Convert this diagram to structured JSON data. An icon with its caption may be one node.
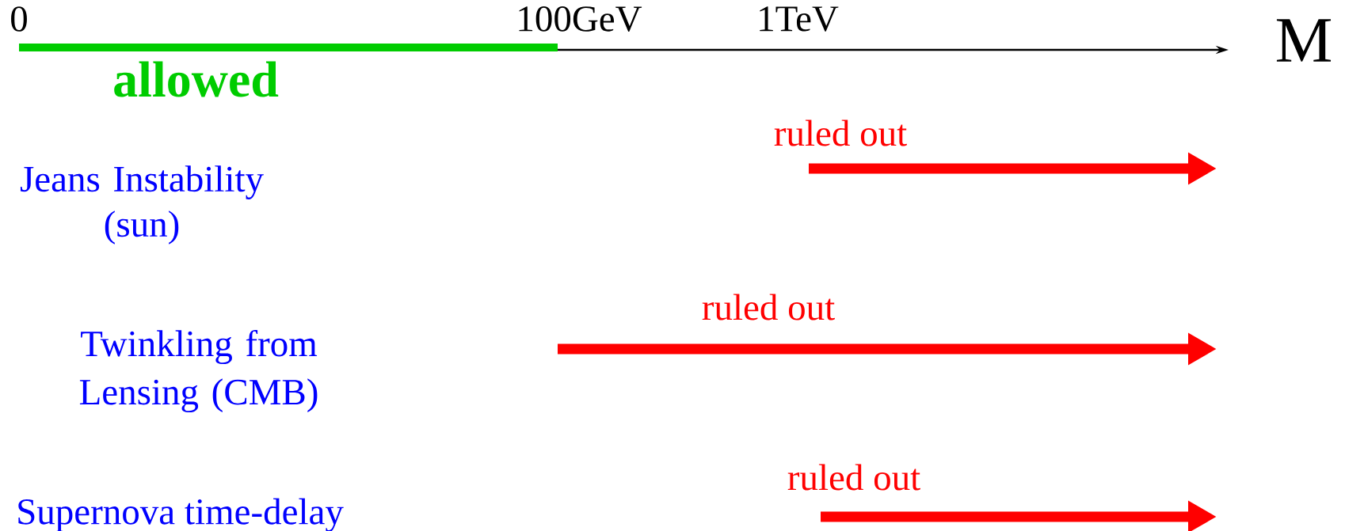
{
  "diagram": {
    "labels": [
      "0",
      "100GeV",
      "1TeV",
      "M",
      "allowed",
      "ruled out",
      "Jeans Instability (sun)",
      "ruled out",
      "Twinkling from Lensing (CMB)",
      "ruled out",
      "Supernova time-delay"
    ]
  }
}
